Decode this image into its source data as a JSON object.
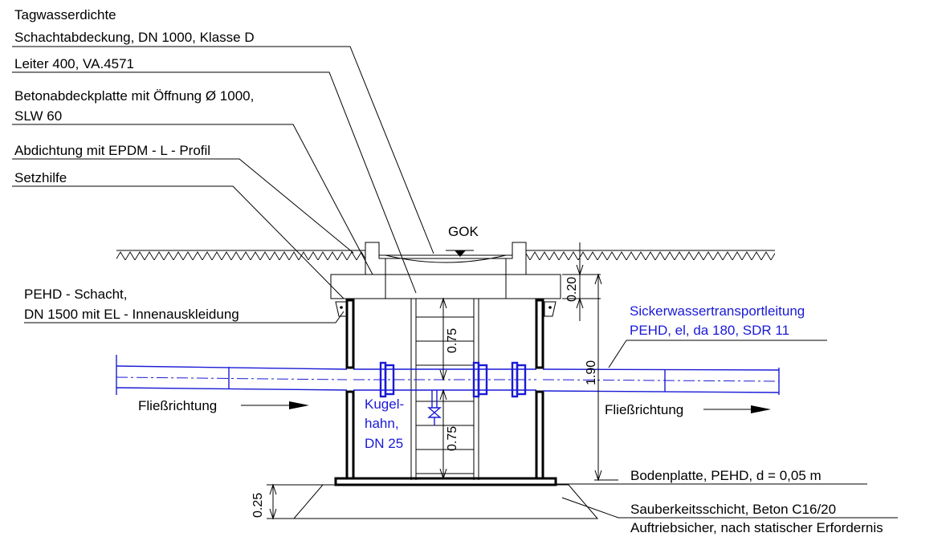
{
  "labels": {
    "cover_line1": "Tagwasserdichte",
    "cover_line2": "Schachtabdeckung, DN 1000, Klasse D",
    "ladder": "Leiter 400, VA.4571",
    "plate_line1": "Betonabdeckplatte mit Öffnung Ø 1000,",
    "plate_line2": "SLW 60",
    "seal": "Abdichtung mit EPDM - L - Profil",
    "setzhilfe": "Setzhilfe",
    "gok": "GOK",
    "shaft_line1": "PEHD - Schacht,",
    "shaft_line2": "DN 1500 mit EL - Innenauskleidung",
    "flow_left": "Fließrichtung",
    "flow_right": "Fließrichtung",
    "pipe_line1": "Sickerwassertransportleitung",
    "pipe_line2": "PEHD, el, da 180, SDR 11",
    "valve_line1": "Kugel-",
    "valve_line2": "hahn,",
    "valve_line3": "DN 25",
    "base_plate": "Bodenplatte, PEHD, d = 0,05 m",
    "blinding_line1": "Sauberkeitsschicht, Beton C16/20",
    "blinding_line2": "Auftriebsicher, nach statischer Erfordernis"
  },
  "dimensions": {
    "cover_height": "0.20",
    "upper_pipe": "0.75",
    "lower_pipe": "0.75",
    "total": "1.90",
    "blinding": "0.25"
  },
  "colors": {
    "structure": "#000000",
    "pipeline": "#1a1ad6"
  }
}
